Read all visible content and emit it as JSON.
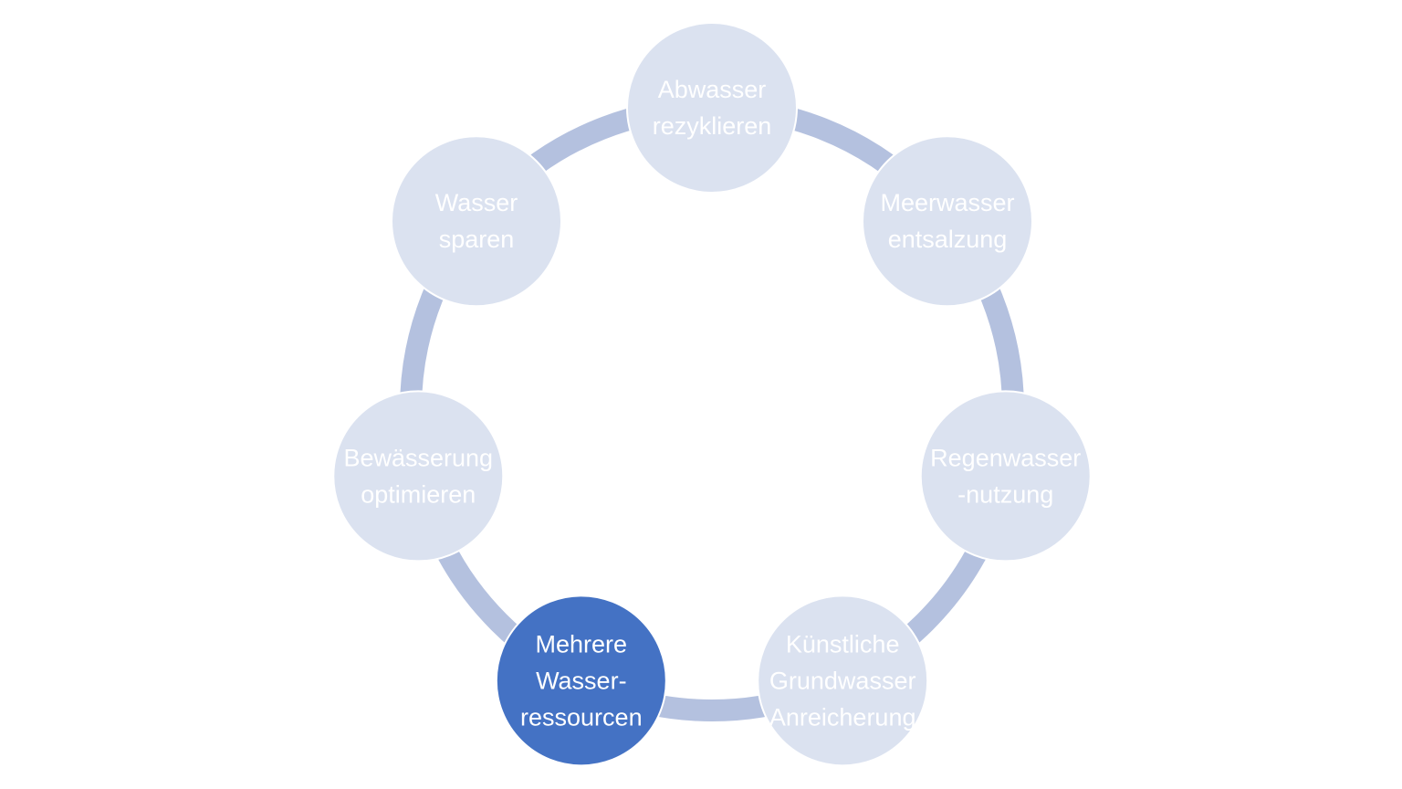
{
  "diagram": {
    "colors": {
      "ring": "#b4c1df",
      "node_light": "#dbe2f0",
      "node_active": "#4472c4",
      "node_border": "#ffffff",
      "text": "#ffffff"
    },
    "nodes": [
      {
        "id": "abwasser",
        "lines": [
          "Abwasser",
          "rezyklieren"
        ],
        "active": false
      },
      {
        "id": "meerwasser",
        "lines": [
          "Meerwasser",
          "entsalzung"
        ],
        "active": false
      },
      {
        "id": "regenwasser",
        "lines": [
          "Regenwasser",
          "-nutzung"
        ],
        "active": false
      },
      {
        "id": "grundwasser",
        "lines": [
          "Künstliche",
          "Grundwasser",
          "Anreicherung"
        ],
        "active": false
      },
      {
        "id": "mehrere",
        "lines": [
          "Mehrere",
          "Wasser-",
          "ressourcen"
        ],
        "active": true
      },
      {
        "id": "bewaesserung",
        "lines": [
          "Bewässerung",
          "optimieren"
        ],
        "active": false
      },
      {
        "id": "wasser-sparen",
        "lines": [
          "Wasser",
          "sparen"
        ],
        "active": false
      }
    ]
  }
}
